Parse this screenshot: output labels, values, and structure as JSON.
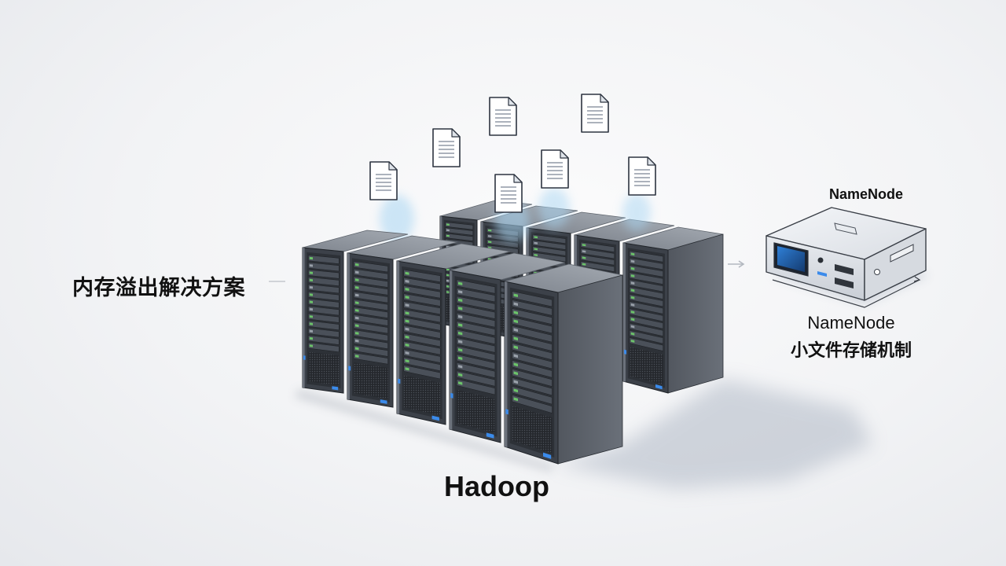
{
  "labels": {
    "left_title": "内存溢出解决方案",
    "hadoop": "Hadoop",
    "device_label": "NameNode",
    "caption_line1": "NameNode",
    "caption_line2": "小文件存储机制"
  },
  "icons": {
    "document": "document-icon",
    "server": "server-rack-icon",
    "device": "namenode-device-icon",
    "arrow": "arrow-right-icon"
  },
  "colors": {
    "background": "#f2f3f5",
    "rack_face": "#3c4149",
    "rack_top": "#8e949c",
    "drive_led": "#6cc46a",
    "accent_blue": "#3b8beb",
    "glow": "#a9d6f3",
    "text": "#111111"
  }
}
